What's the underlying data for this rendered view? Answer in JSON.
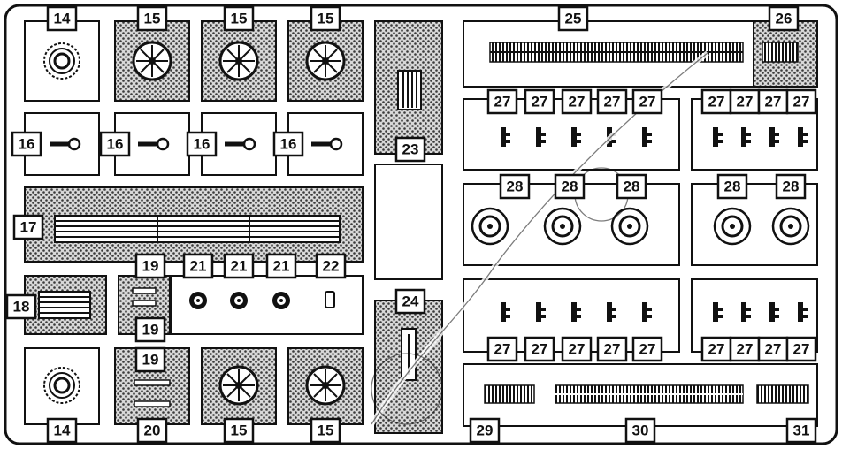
{
  "labels": {
    "l14a": "14",
    "l15a": "15",
    "l15b": "15",
    "l15c": "15",
    "l25": "25",
    "l26": "26",
    "l16a": "16",
    "l16b": "16",
    "l16c": "16",
    "l16d": "16",
    "l27a": "27",
    "l27b": "27",
    "l27c": "27",
    "l27d": "27",
    "l27e": "27",
    "l27f": "27",
    "l27g": "27",
    "l27h": "27",
    "l27i": "27",
    "l23": "23",
    "l17": "17",
    "l28a": "28",
    "l28b": "28",
    "l28c": "28",
    "l28d": "28",
    "l28e": "28",
    "l19a": "19",
    "l21a": "21",
    "l21b": "21",
    "l21c": "21",
    "l22": "22",
    "l18": "18",
    "l19b": "19",
    "l19c": "19",
    "l24": "24",
    "l27j": "27",
    "l27k": "27",
    "l27l": "27",
    "l27m": "27",
    "l27n": "27",
    "l27o": "27",
    "l27p": "27",
    "l27q": "27",
    "l27r": "27",
    "l14b": "14",
    "l20": "20",
    "l15d": "15",
    "l15e": "15",
    "l29": "29",
    "l30": "30",
    "l31": "31"
  }
}
